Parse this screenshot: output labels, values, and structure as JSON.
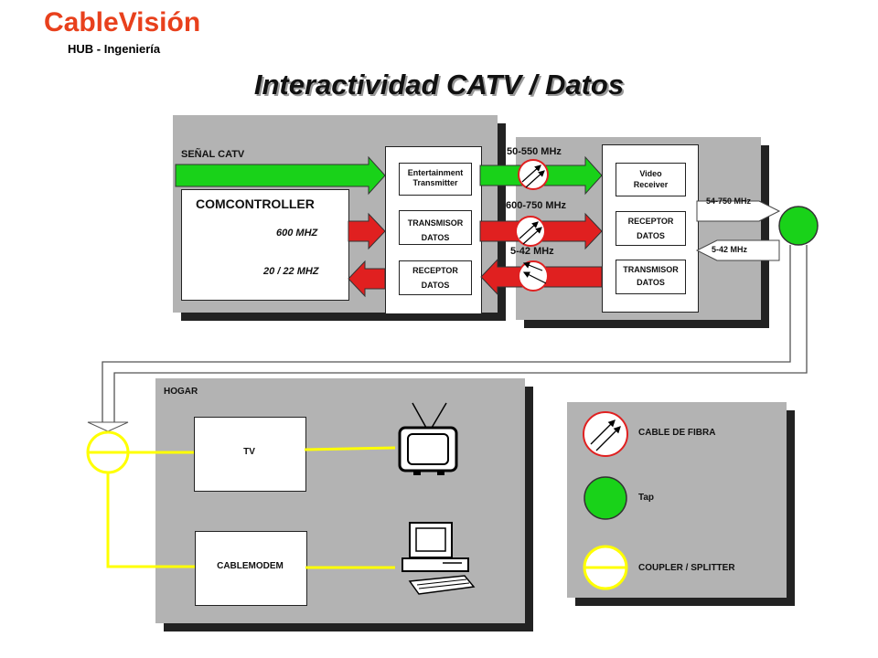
{
  "header": {
    "brand": "CableVisión",
    "brand_sub": "HUB - Ingeniería",
    "title": "Interactividad CATV / Datos"
  },
  "headend": {
    "signal_label": "SEÑAL CATV",
    "comcontroller": "COMCONTROLLER",
    "freq_600": "600 MHZ",
    "freq_20_22": "20 / 22 MHZ",
    "ent_tx_line1": "Entertainment",
    "ent_tx_line2": "Transmitter",
    "tx_datos_line1": "TRANSMISOR",
    "tx_datos_line2": "DATOS",
    "rx_datos_line1": "RECEPTOR",
    "rx_datos_line2": "DATOS"
  },
  "fiber_links": {
    "freq_50_550": "50-550 MHz",
    "freq_600_750": "600-750 MHz",
    "freq_5_42": "5-42 MHz"
  },
  "node": {
    "video_rx_line1": "Video",
    "video_rx_line2": "Receiver",
    "rx_datos_line1": "RECEPTOR",
    "rx_datos_line2": "DATOS",
    "tx_datos_line1": "TRANSMISOR",
    "tx_datos_line2": "DATOS",
    "freq_54_750": "54-750 MHz",
    "freq_5_42": "5-42 MHz"
  },
  "home": {
    "label": "HOGAR",
    "tv": "TV",
    "cablemodem": "CABLEMODEM"
  },
  "legend": {
    "fiber": "CABLE DE FIBRA",
    "tap": "Tap",
    "coupler": "COUPLER / SPLITTER"
  },
  "colors": {
    "brand": "#e8401c",
    "green_signal": "#19d219",
    "red_signal": "#e02020",
    "coax_yellow": "#ffff00",
    "panel_gray": "#b3b3b3"
  }
}
